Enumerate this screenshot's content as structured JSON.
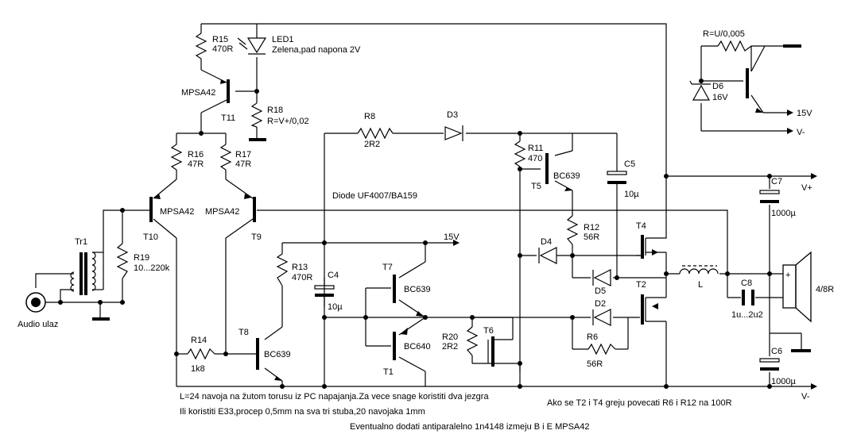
{
  "labels": {
    "r15_name": "R15",
    "r15_val": "470R",
    "led1_name": "LED1",
    "led1_desc": "Zelena,pad napona 2V",
    "t11_type": "MPSA42",
    "t11_name": "T11",
    "r18_name": "R18",
    "r18_val": "R=V+/0,02",
    "r16_name": "R16",
    "r16_val": "47R",
    "r17_name": "R17",
    "r17_val": "47R",
    "t10_type": "MPSA42",
    "t10_name": "T10",
    "t9_type": "MPSA42",
    "t9_name": "T9",
    "tr1_name": "Tr1",
    "r19_name": "R19",
    "r19_val": "10...220k",
    "audio_in": "Audio ulaz",
    "r13_name": "R13",
    "r13_val": "470R",
    "c4_name": "C4",
    "c4_val": "10µ",
    "r14_name": "R14",
    "r14_val": "1k8",
    "t8_name": "T8",
    "t8_type": "BC639",
    "r8_name": "R8",
    "r8_val": "2R2",
    "d3_name": "D3",
    "diode_note": "Diode UF4007/BA159",
    "r11_name": "R11",
    "r11_val": "470",
    "t5_type": "BC639",
    "t5_name": "T5",
    "c5_name": "C5",
    "c5_val": "10µ",
    "r12_name": "R12",
    "r12_val": "56R",
    "t4_name": "T4",
    "d4_name": "D4",
    "d5_name": "D5",
    "t2_name": "T2",
    "d2_name": "D2",
    "r6_name": "R6",
    "r6_val": "56R",
    "v15_mid": "15V",
    "t7_name": "T7",
    "t7_type": "BC639",
    "t1_type": "BC640",
    "t1_name": "T1",
    "r20_name": "R20",
    "r20_val": "2R2",
    "t6_name": "T6",
    "l_name": "L",
    "c8_name": "C8",
    "c8_val": "1u...2u2",
    "spk_val": "4/8R",
    "c7_name": "C7",
    "c7_val": "1000µ",
    "c6_name": "C6",
    "c6_val": "1000µ",
    "vplus": "V+",
    "vminus": "V-",
    "rv_formula": "R=U/0,005",
    "d6_name": "D6",
    "d6_val": "16V",
    "v15_top": "15V",
    "vminus_top": "V-"
  },
  "notes": {
    "line1": "L=24 navoja na žutom torusu iz PC napajanja.Za vece snage koristiti dva jezgra",
    "line2": "Ili koristiti E33,procep 0,5mm na sva tri stuba,20 navojaka 1mm",
    "line3": "Eventualno dodati antiparalelno 1n4148 izmeju B i E MPSA42",
    "right": "Ako se T2 i T4 greju povecati R6 i R12 na 100R"
  }
}
